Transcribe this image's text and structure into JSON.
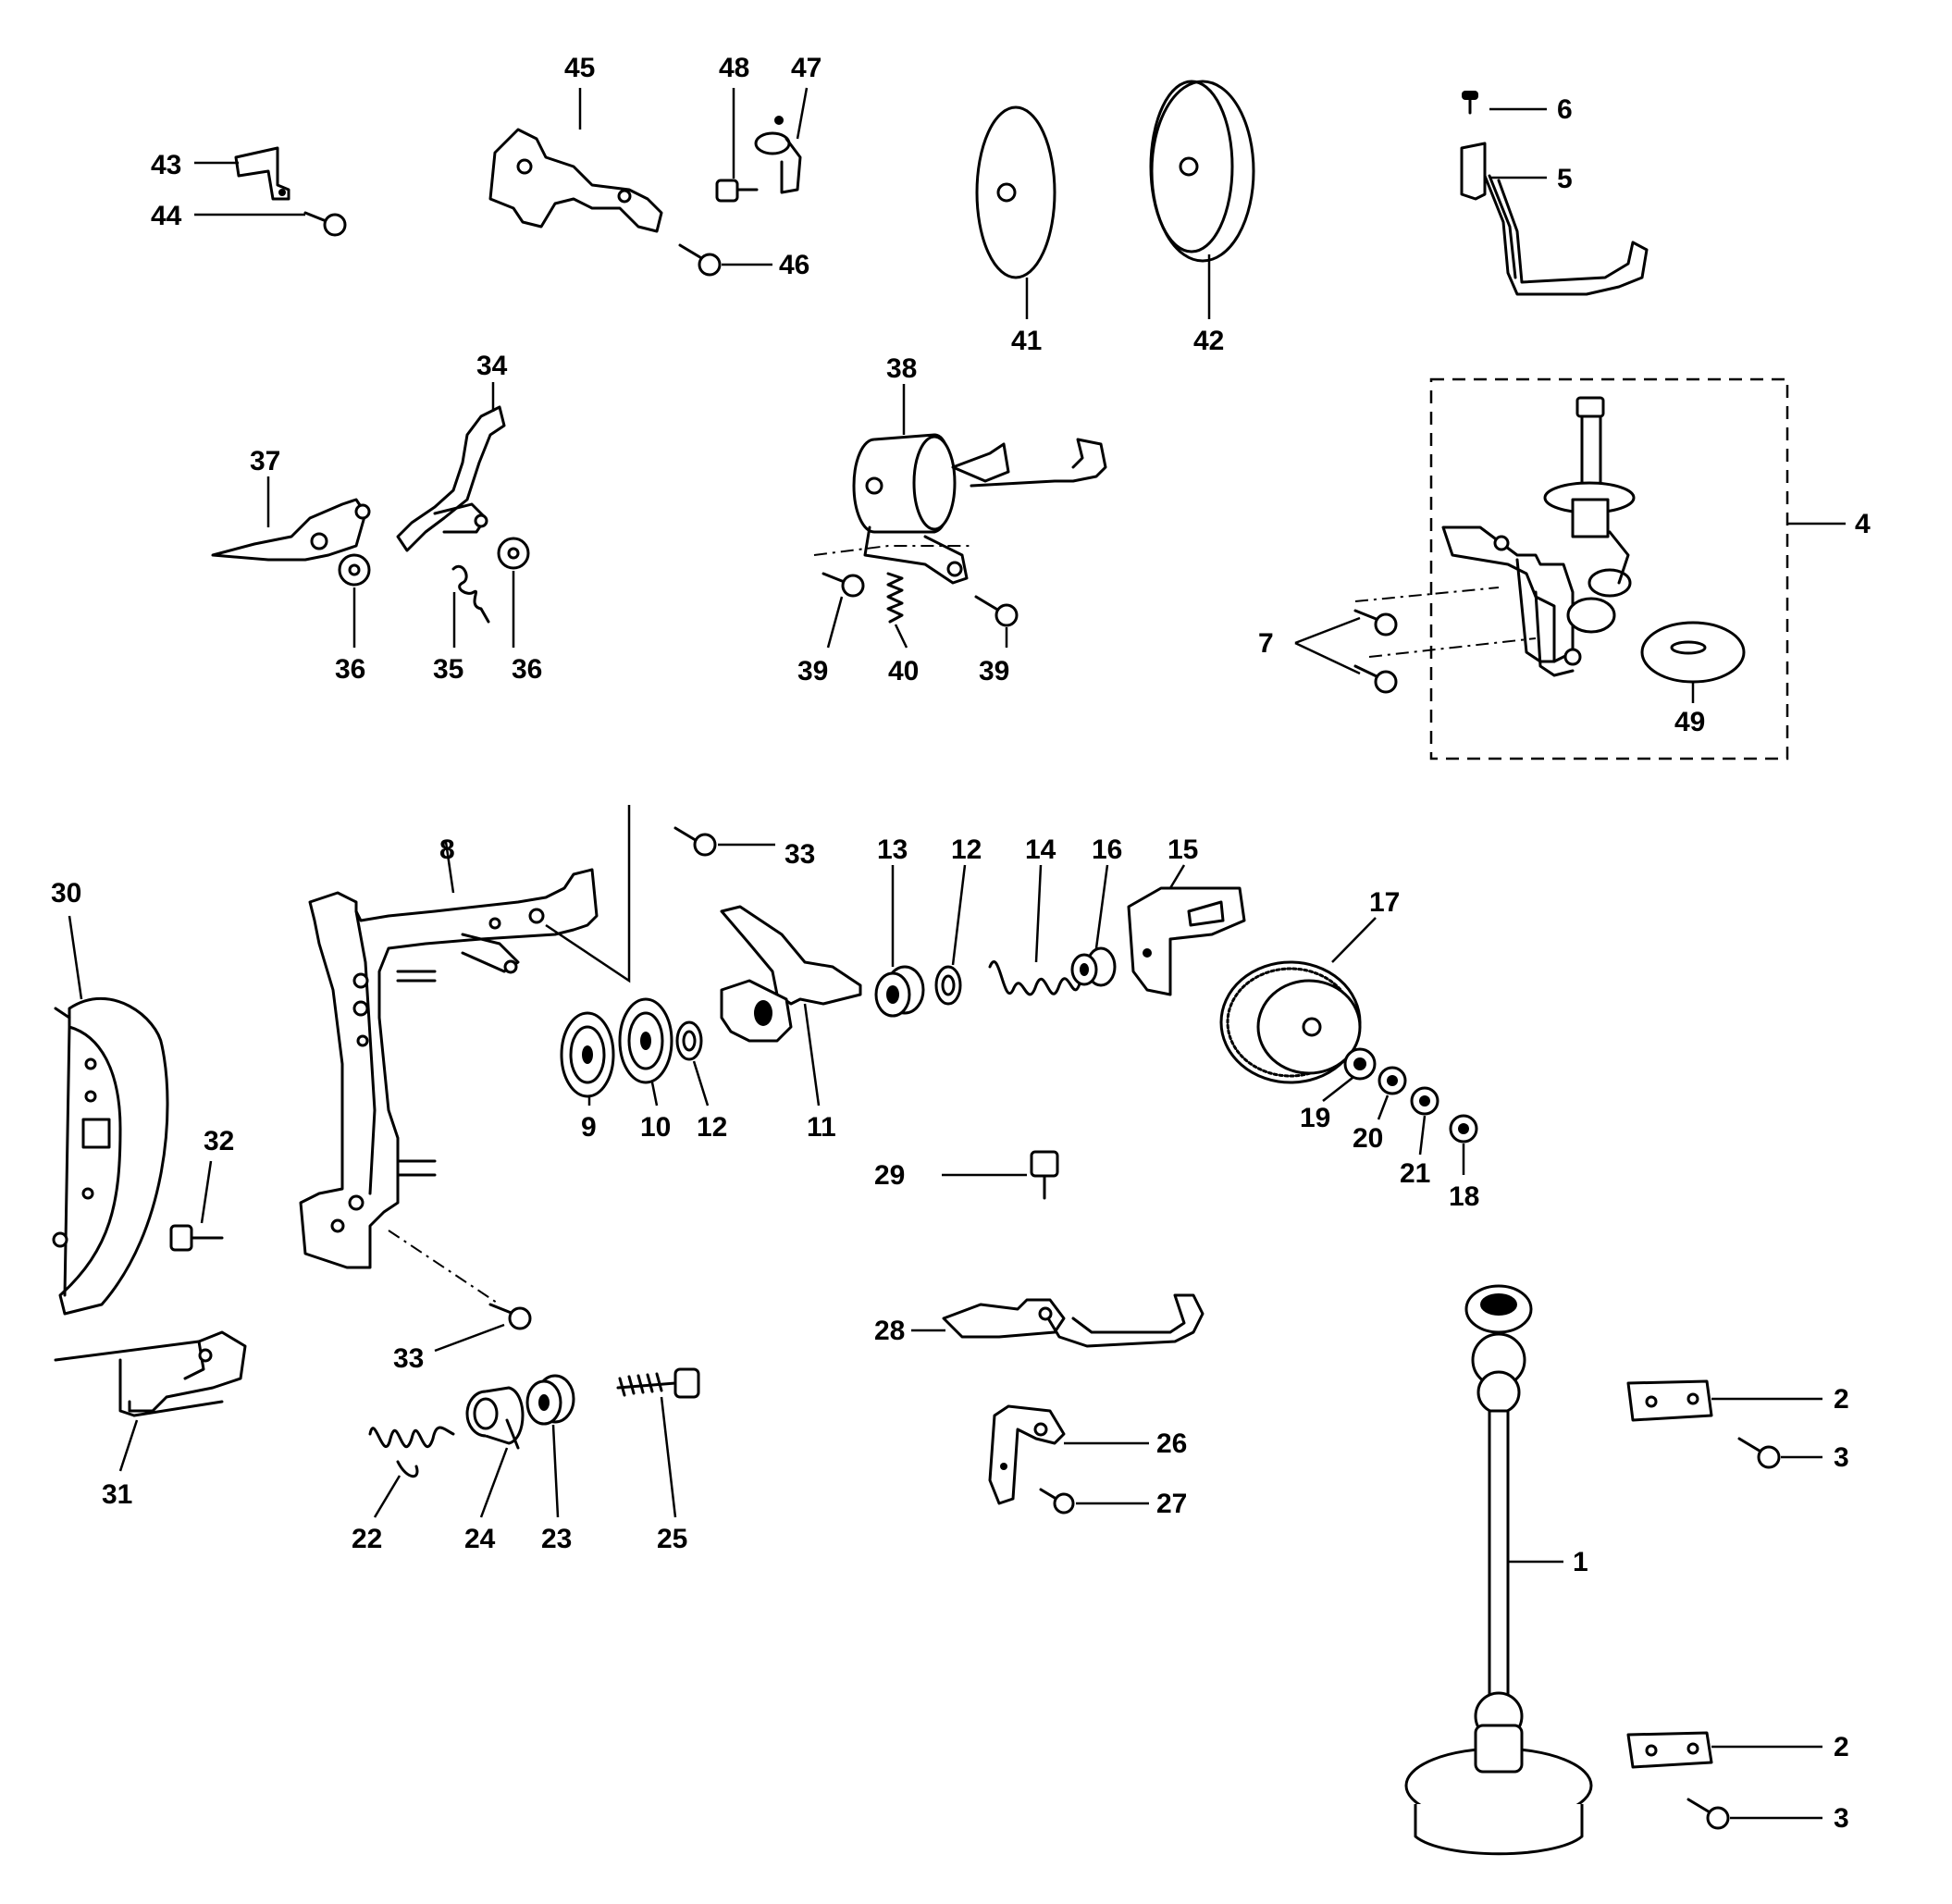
{
  "labels": {
    "1": "1",
    "2": "2",
    "3": "3",
    "4": "4",
    "5": "5",
    "6": "6",
    "7": "7",
    "8": "8",
    "9": "9",
    "10": "10",
    "11": "11",
    "12": "12",
    "13": "13",
    "14": "14",
    "15": "15",
    "16": "16",
    "17": "17",
    "18": "18",
    "19": "19",
    "20": "20",
    "21": "21",
    "22": "22",
    "23": "23",
    "24": "24",
    "25": "25",
    "26": "26",
    "27": "27",
    "28": "28",
    "29": "29",
    "30": "30",
    "31": "31",
    "32": "32",
    "33": "33",
    "34": "34",
    "35": "35",
    "36": "36",
    "37": "37",
    "38": "38",
    "39": "39",
    "40": "40",
    "41": "41",
    "42": "42",
    "43": "43",
    "44": "44",
    "45": "45",
    "46": "46",
    "47": "47",
    "48": "48",
    "49": "49"
  }
}
